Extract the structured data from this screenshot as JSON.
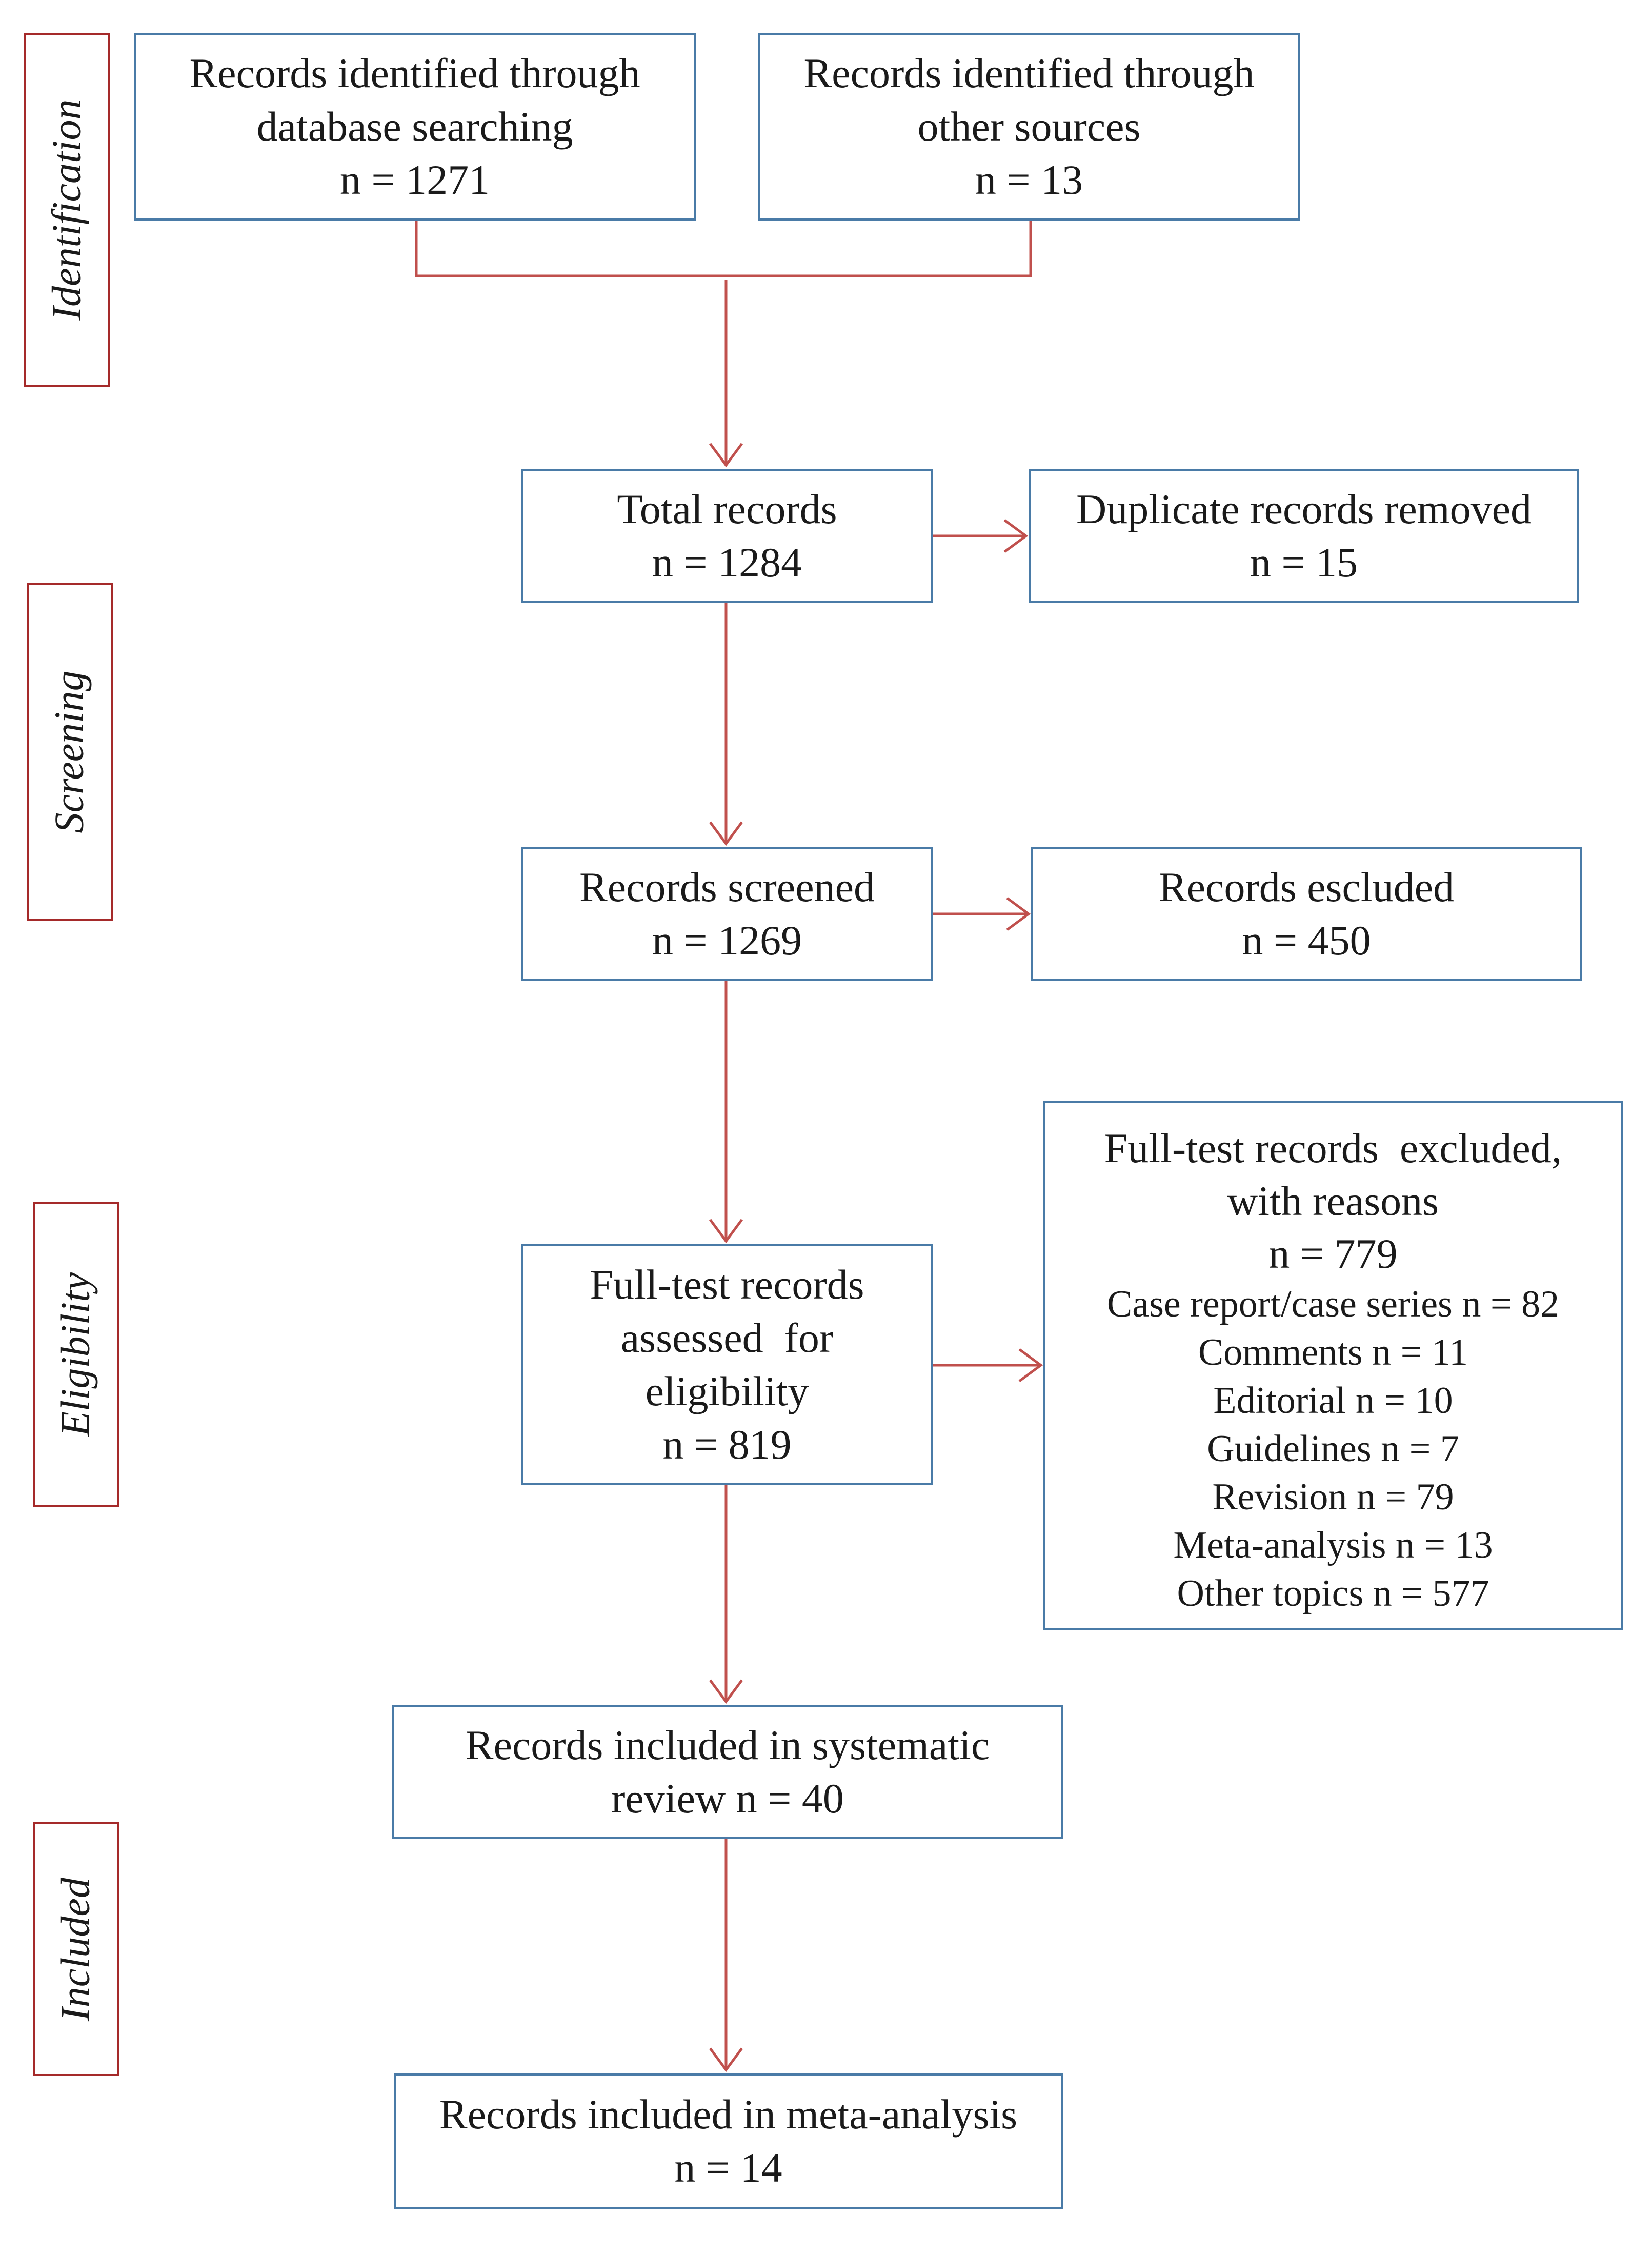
{
  "stages": {
    "identification": "Identification",
    "screening": "Screening",
    "eligibility": "Eligibility",
    "included": "Included"
  },
  "boxes": {
    "database": {
      "line1": "Records identified through",
      "line2": "database searching",
      "line3": "n = 1271"
    },
    "other_sources": {
      "line1": "Records identified through",
      "line2": "other sources",
      "line3": "n = 13"
    },
    "total": {
      "line1": "Total records",
      "line2": "n = 1284"
    },
    "duplicates": {
      "line1": "Duplicate records removed",
      "line2": "n = 15"
    },
    "screened": {
      "line1": "Records screened",
      "line2": "n = 1269"
    },
    "excluded": {
      "line1": "Records escluded",
      "line2": "n = 450"
    },
    "full_text": {
      "line1": "Full-test records",
      "line2": "assessed  for",
      "line3": "eligibility",
      "line4": "n = 819"
    },
    "full_text_excluded": {
      "line1": "Full-test records  excluded,",
      "line2": "with reasons",
      "line3": "n = 779",
      "reasons": [
        "Case report/case series n = 82",
        "Comments n = 11",
        "Editorial n = 10",
        "Guidelines n = 7",
        "Revision n = 79",
        "Meta-analysis n = 13",
        "Other topics n = 577"
      ]
    },
    "systematic_review": {
      "line1": "Records included in systematic",
      "line2": "review n = 40"
    },
    "meta_analysis": {
      "line1": "Records included in meta-analysis",
      "line2": "n = 14"
    }
  },
  "colors": {
    "box_border": "#4a7ba7",
    "stage_border": "#a52a2a",
    "connector": "#c0504d"
  }
}
